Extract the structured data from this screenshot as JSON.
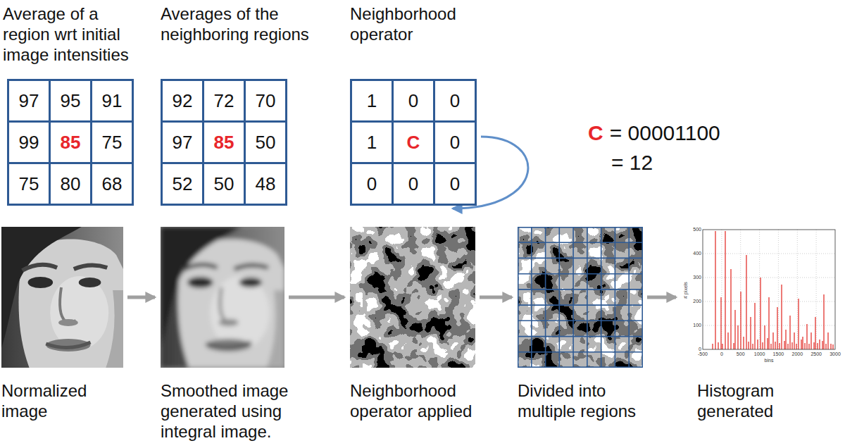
{
  "diagram": {
    "nodes": [
      {
        "text": [
          "Average of a region wrt initial image intensities"
        ]
      },
      {
        "text": [
          "Averages of the neighboring regions"
        ]
      },
      {
        "text": [
          "Neighborhood operator"
        ]
      },
      {
        "text": [
          "Normalized image"
        ]
      },
      {
        "text": [
          "Smoothed image generated using integral image."
        ]
      },
      {
        "text": [
          "Neighborhood operator applied"
        ]
      },
      {
        "text": [
          "Divided into multiple regions"
        ]
      },
      {
        "text": [
          "Histogram generated"
        ]
      }
    ],
    "edges": [
      {
        "from": 2,
        "to": 5,
        "arrow": "to"
      },
      {
        "from": 3,
        "to": 4,
        "arrow": "to"
      },
      {
        "from": 4,
        "to": 5,
        "arrow": "to"
      },
      {
        "from": 5,
        "to": 6,
        "arrow": "to"
      },
      {
        "from": 6,
        "to": 7,
        "arrow": "to"
      }
    ],
    "labels": [
      "97",
      "95",
      "91",
      "99",
      "85",
      "75",
      "75",
      "80",
      "68",
      "92",
      "72",
      "70",
      "97",
      "85",
      "50",
      "52",
      "50",
      "48",
      "1",
      "0",
      "0",
      "1",
      "C",
      "0",
      "0",
      "0",
      "0",
      "C",
      "= 00001100",
      "= 12",
      "-500",
      "0",
      "500",
      "1000",
      "1500",
      "2000",
      "2500",
      "3000",
      "0",
      "100",
      "200",
      "300",
      "400",
      "500",
      "bins",
      "# pixels"
    ]
  }
}
